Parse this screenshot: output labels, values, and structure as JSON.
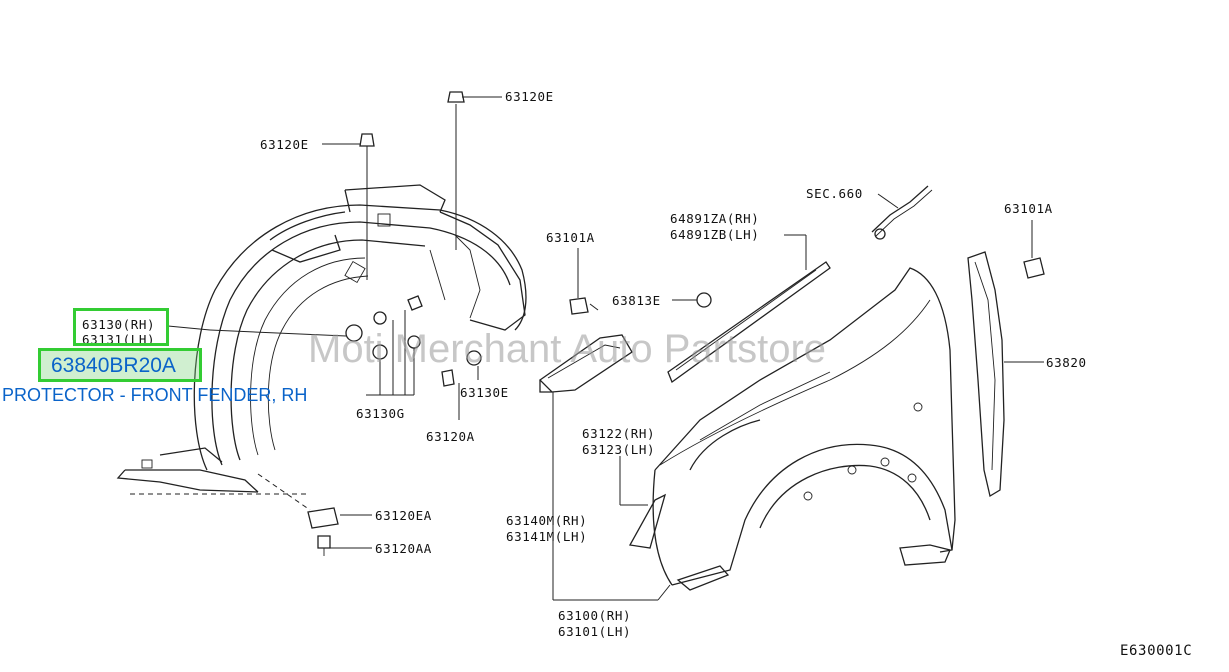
{
  "diagram": {
    "callouts": {
      "c63120E_top": "63120E",
      "c63120E_left": "63120E",
      "c63130_rh": "63130(RH)",
      "c63131_lh": "63131(LH)",
      "c63130G": "63130G",
      "c63130E": "63130E",
      "c63120A": "63120A",
      "c63120EA": "63120EA",
      "c63120AA": "63120AA",
      "c63101A_mid": "63101A",
      "c63813E": "63813E",
      "c64891ZA": "64891ZA(RH)",
      "c64891ZB": "64891ZB(LH)",
      "sec660": "SEC.660",
      "c63101A_right": "63101A",
      "c63820": "63820",
      "c63122": "63122(RH)",
      "c63123": "63123(LH)",
      "c63140M": "63140M(RH)",
      "c63141M": "63141M(LH)",
      "c63100": "63100(RH)",
      "c63101": "63101(LH)",
      "figure_code": "E630001C"
    },
    "highlight": {
      "part_number": "63840BR20A",
      "description": "PROTECTOR - FRONT FENDER, RH",
      "accent_color": "#33cc33",
      "text_color": "#0a63c9"
    },
    "watermark": "Moti Merchant Auto Partstore"
  }
}
